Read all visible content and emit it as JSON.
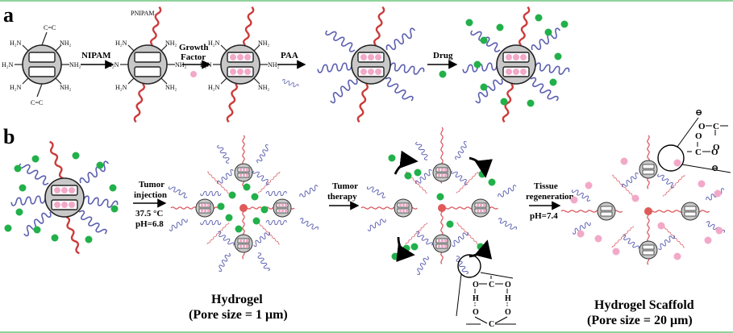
{
  "panel_a": {
    "letter": "a",
    "amine_label": "NH₂",
    "amine_label_left": "H₂N",
    "vinyl_label": "C=C",
    "step1_label": "NIPAM",
    "pnipam_label": "PNIPAM",
    "step2_label_line1": "Growth",
    "step2_label_line2": "Factor",
    "step3_label": "PAA",
    "step4_label": "Drug"
  },
  "panel_b": {
    "letter": "b",
    "step1_line1": "Tumor",
    "step1_line2": "injection",
    "step1_line3": "37.5 °C",
    "step1_line4": "pH=6.8",
    "hydrogel_title": "Hydrogel",
    "hydrogel_pore": "(Pore size = 1 μm)",
    "step2_line1": "Tumor",
    "step2_line2": "therapy",
    "step3_line1": "Tissue",
    "step3_line2": "regeneration",
    "step3_line3": "pH=7.4",
    "scaffold_title": "Hydrogel Scaffold",
    "scaffold_pore": "(Pore size = 20 μm)",
    "hbond_O": "O",
    "hbond_H": "H",
    "hbond_C": "C",
    "carboxylate_minus": "⊖"
  },
  "colors": {
    "frame_border": "#8fd39c",
    "pnipam": "#cc3b3b",
    "paa": "#5b5fb0",
    "drug": "#22b04a",
    "growth_factor": "#f2a9c8",
    "particle_fill": "#c8c8c8",
    "crosslinker": "#e05a5a"
  }
}
